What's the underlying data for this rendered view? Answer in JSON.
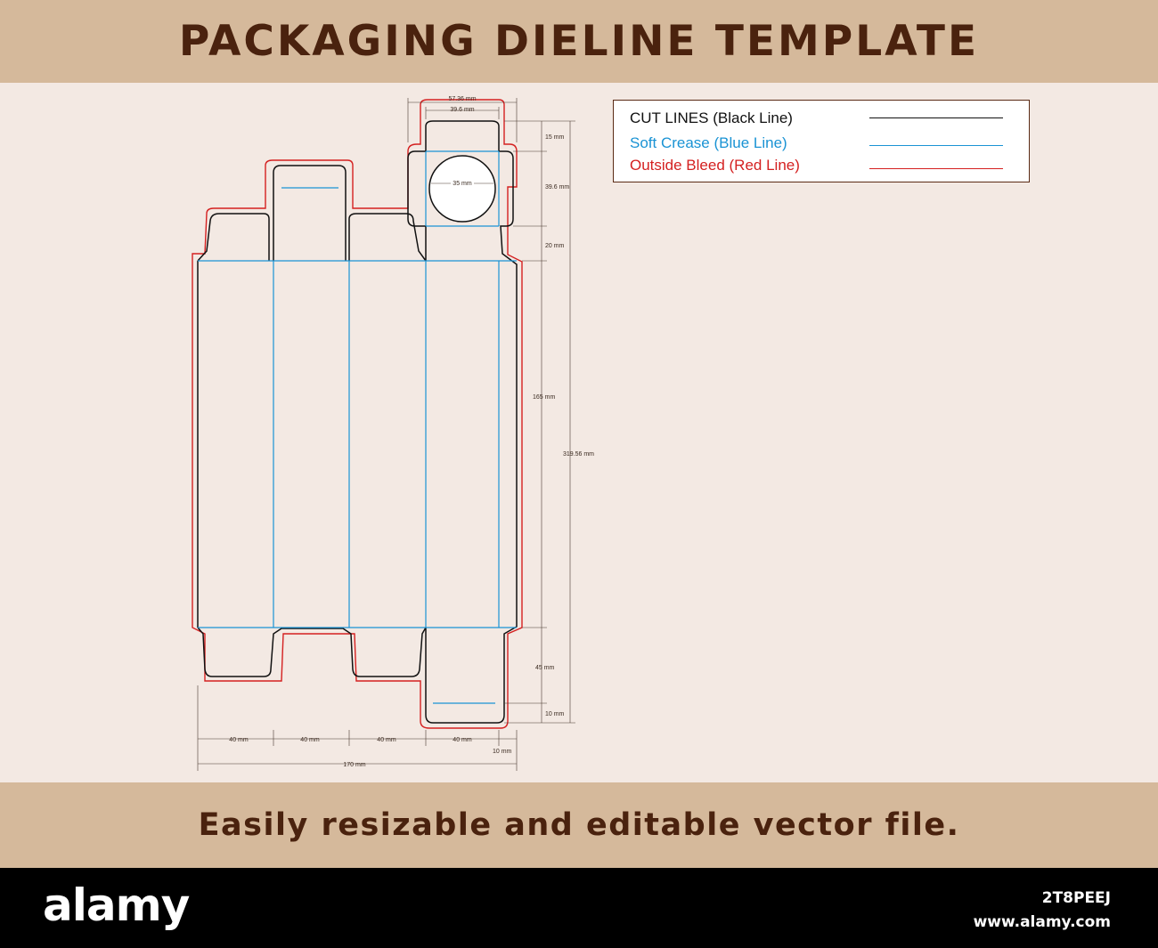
{
  "header": {
    "title": "PACKAGING DIELINE TEMPLATE"
  },
  "legend": {
    "rows": [
      {
        "label": "CUT LINES (Black Line)",
        "color": "#111111"
      },
      {
        "label": "Soft Crease (Blue Line)",
        "color": "#1a93d4"
      },
      {
        "label": "Outside Bleed (Red Line)",
        "color": "#d42020"
      }
    ]
  },
  "dieline": {
    "colors": {
      "cut": "#111111",
      "crease": "#1a93d4",
      "bleed": "#d42020",
      "dimension": "#4a3a30"
    },
    "dimensions": {
      "top_width_outer": "57.36 mm",
      "top_width_inner": "39.6 mm",
      "tab_15": "15 mm",
      "lid_39_6": "39.6 mm",
      "circle": "35 mm",
      "flap_20": "20 mm",
      "body_height": "165 mm",
      "total_height": "319.56 mm",
      "bottom_flap": "45 mm",
      "bottom_tab": "10 mm",
      "panel_1": "40 mm",
      "panel_2": "40 mm",
      "panel_3": "40 mm",
      "panel_4": "40 mm",
      "glue_flap": "10 mm",
      "total_width": "170 mm"
    }
  },
  "footer": {
    "text": "Easily resizable and editable vector file."
  },
  "watermark": {
    "brand": "alamy",
    "image_id": "2T8PEEJ",
    "url": "www.alamy.com"
  }
}
